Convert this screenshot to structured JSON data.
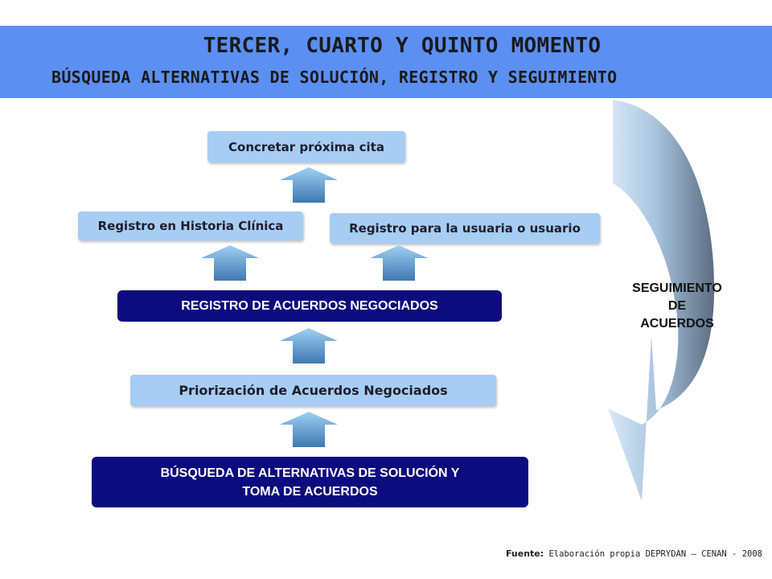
{
  "header": {
    "title": "TERCER, CUARTO Y QUINTO MOMENTO",
    "subtitle": "BÚSQUEDA ALTERNATIVAS DE SOLUCIÓN, REGISTRO Y SEGUIMIENTO"
  },
  "diagram": {
    "concretar": "Concretar próxima cita",
    "historia": "Registro en Historia Clínica",
    "usuaria": "Registro para la usuaria o usuario",
    "registro_acuerdos": "REGISTRO DE ACUERDOS NEGOCIADOS",
    "priorizacion": "Priorización de Acuerdos Negociados",
    "busqueda_line1": "BÚSQUEDA DE ALTERNATIVAS DE SOLUCIÓN Y",
    "busqueda_line2": "TOMA DE ACUERDOS",
    "seguimiento_line1": "SEGUIMIENTO",
    "seguimiento_line2": "DE",
    "seguimiento_line3": "ACUERDOS"
  },
  "footer": {
    "label": "Fuente:",
    "text": "Elaboración propia DEPRYDAN – CENAN - 2008"
  },
  "colors": {
    "banner": "#5b8ff2",
    "light_box": "#a7cdf3",
    "dark_box": "#0c0c7e",
    "arrow_light": "#9fd0f4",
    "arrow_dark": "#3f78b0"
  },
  "icons": [
    "up-arrow-icon",
    "curved-arrow-icon"
  ]
}
